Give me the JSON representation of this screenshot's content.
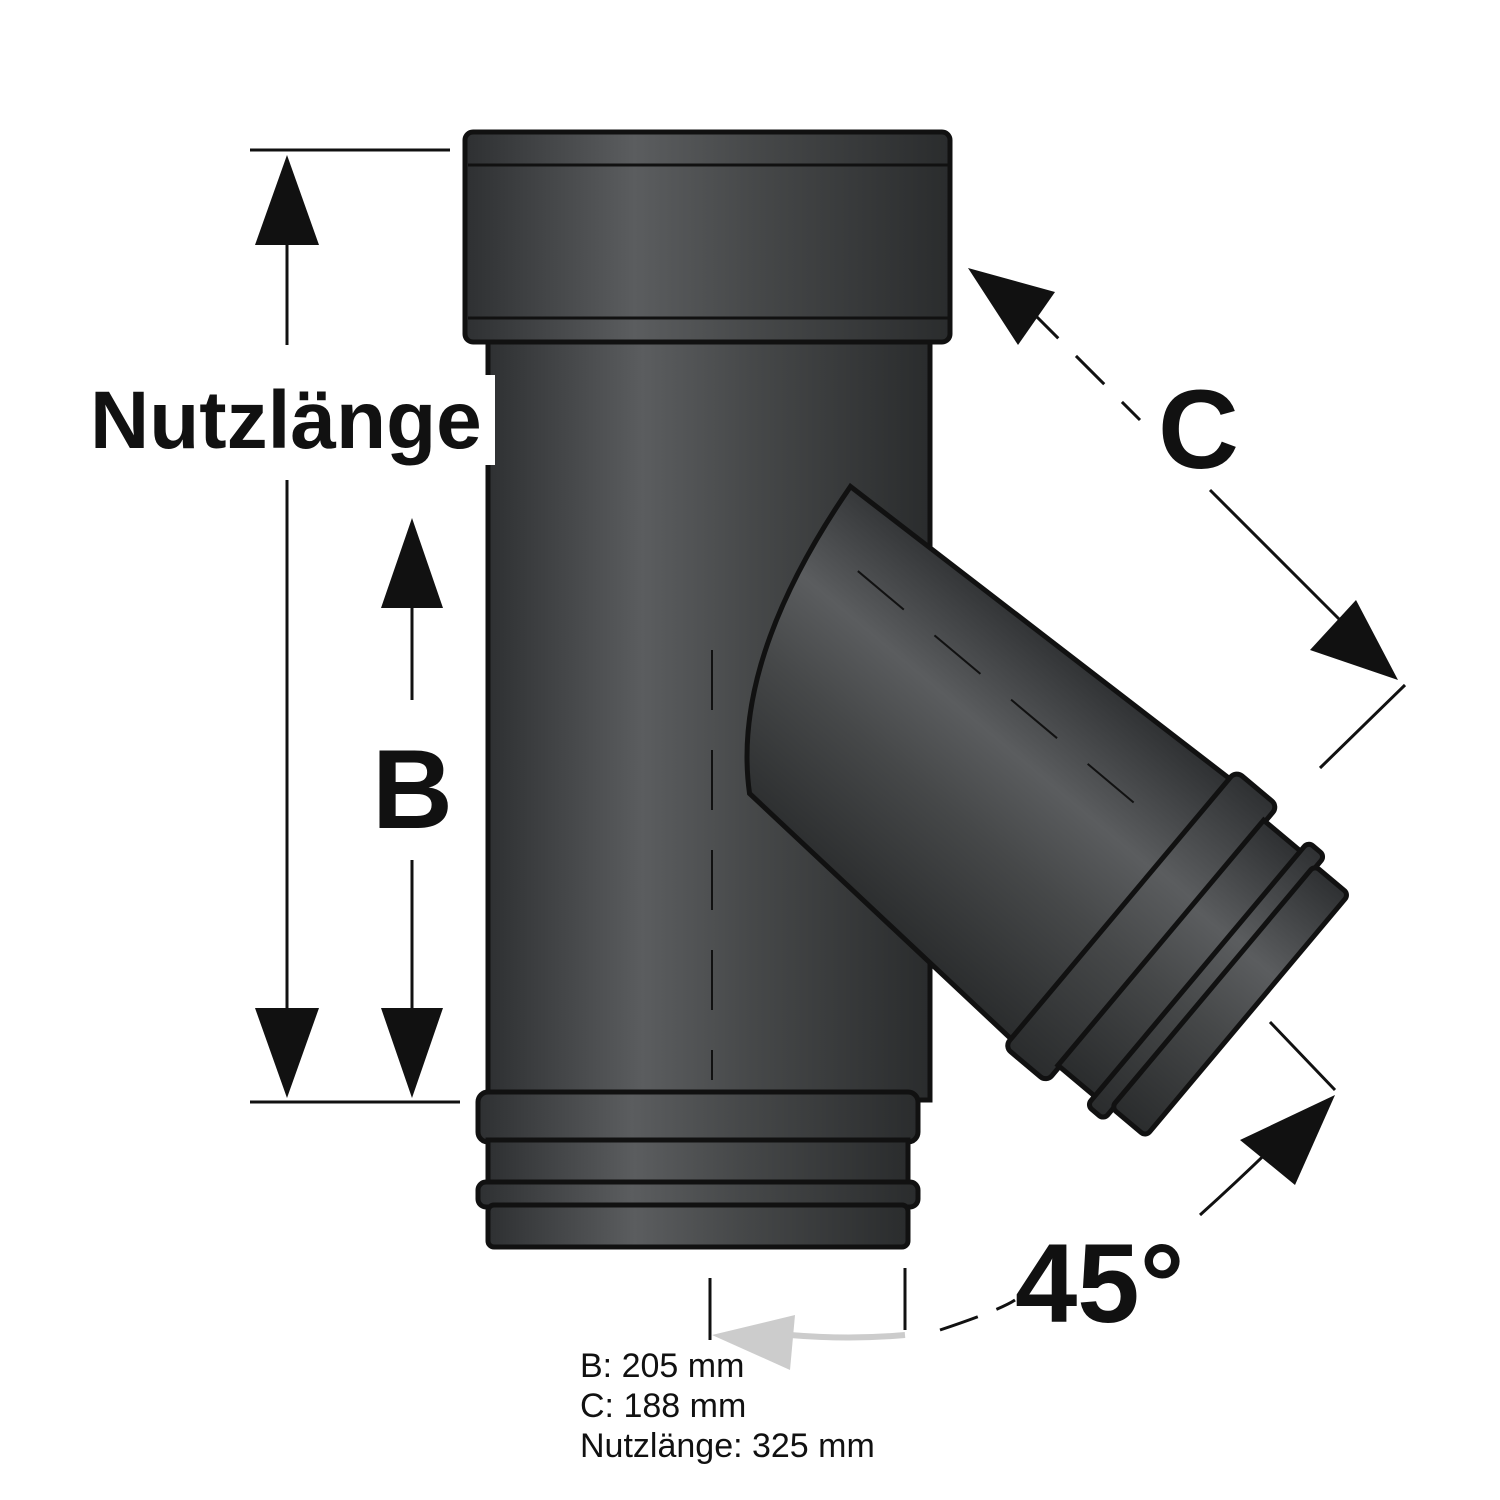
{
  "diagram": {
    "labels": {
      "nutzlaenge": "Nutzlänge",
      "b": "B",
      "c": "C",
      "angle": "45°"
    },
    "specs": [
      "B: 205 mm",
      "C: 188 mm",
      "Nutzlänge: 325 mm"
    ],
    "colors": {
      "pipe": "#3f4143",
      "pipe_highlight": "#6a6c6e",
      "outline": "#111111"
    }
  }
}
